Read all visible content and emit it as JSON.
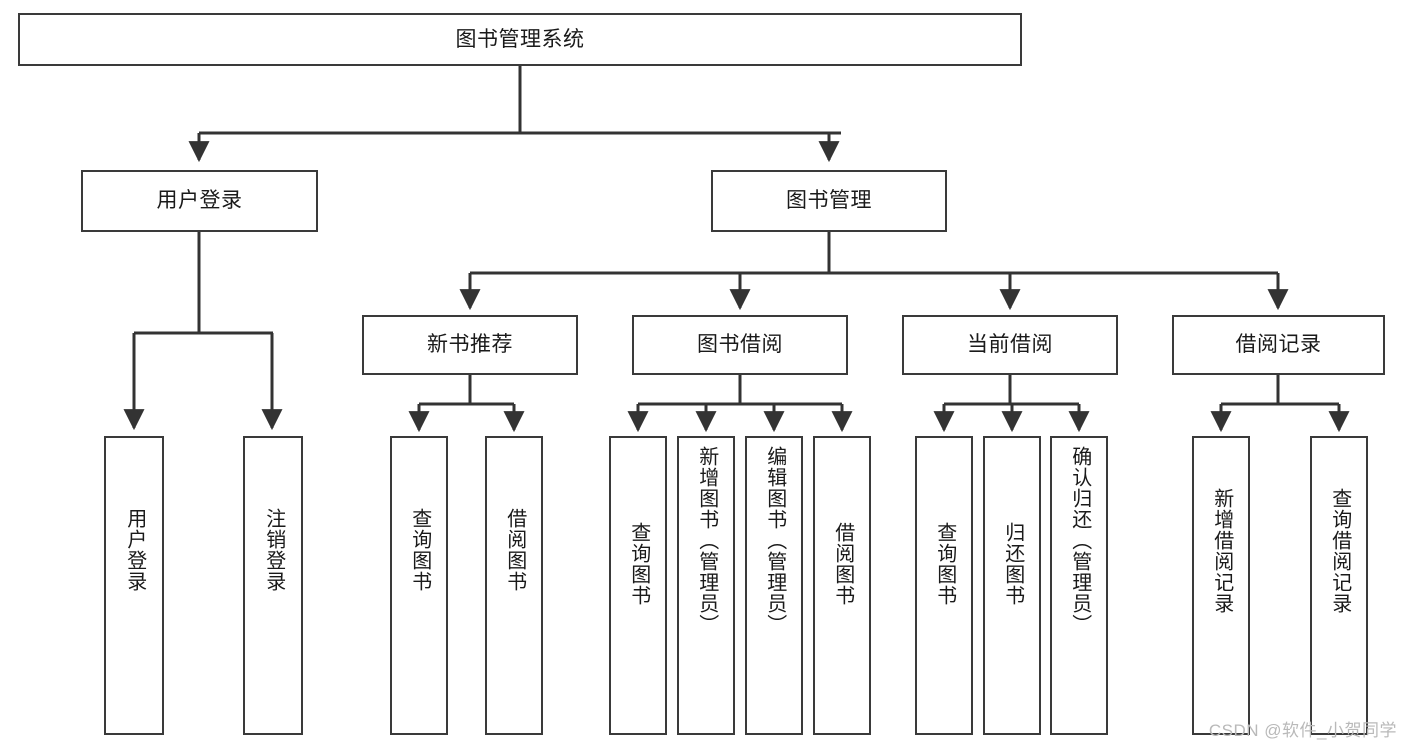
{
  "diagram": {
    "title": "图书管理系统",
    "type": "功能结构图",
    "root": {
      "id": "root",
      "label": "图书管理系统"
    },
    "level2": [
      {
        "id": "user-login",
        "label": "用户登录"
      },
      {
        "id": "book-manage",
        "label": "图书管理"
      }
    ],
    "level3": [
      {
        "id": "new-book-recommend",
        "label": "新书推荐"
      },
      {
        "id": "book-borrow",
        "label": "图书借阅"
      },
      {
        "id": "current-borrow",
        "label": "当前借阅"
      },
      {
        "id": "borrow-record",
        "label": "借阅记录"
      }
    ],
    "leaves": {
      "user_login": [
        {
          "id": "leaf-user-login",
          "label": "用户登录"
        },
        {
          "id": "leaf-logout-login",
          "label": "注销登录"
        }
      ],
      "new_book_recommend": [
        {
          "id": "leaf-query-book-1",
          "label": "查询图书"
        },
        {
          "id": "leaf-borrow-book-1",
          "label": "借阅图书"
        }
      ],
      "book_borrow": [
        {
          "id": "leaf-query-book-2",
          "label": "查询图书"
        },
        {
          "id": "leaf-add-book",
          "label": "新增图书（管理员）"
        },
        {
          "id": "leaf-edit-book",
          "label": "编辑图书（管理员）"
        },
        {
          "id": "leaf-borrow-book-2",
          "label": "借阅图书"
        }
      ],
      "current_borrow": [
        {
          "id": "leaf-query-book-3",
          "label": "查询图书"
        },
        {
          "id": "leaf-return-book",
          "label": "归还图书"
        },
        {
          "id": "leaf-confirm-return",
          "label": "确认归还（管理员）"
        }
      ],
      "borrow_record": [
        {
          "id": "leaf-add-record",
          "label": "新增借阅记录"
        },
        {
          "id": "leaf-query-record",
          "label": "查询借阅记录"
        }
      ]
    }
  },
  "watermark": {
    "text": "CSDN @软件_小贺同学"
  },
  "colors": {
    "node_border": "#3a3a3a",
    "node_fill": "#ffffff",
    "connector": "#333333",
    "text": "#1a1a1a",
    "watermark": "#b9b9b9",
    "background": "#ffffff"
  }
}
